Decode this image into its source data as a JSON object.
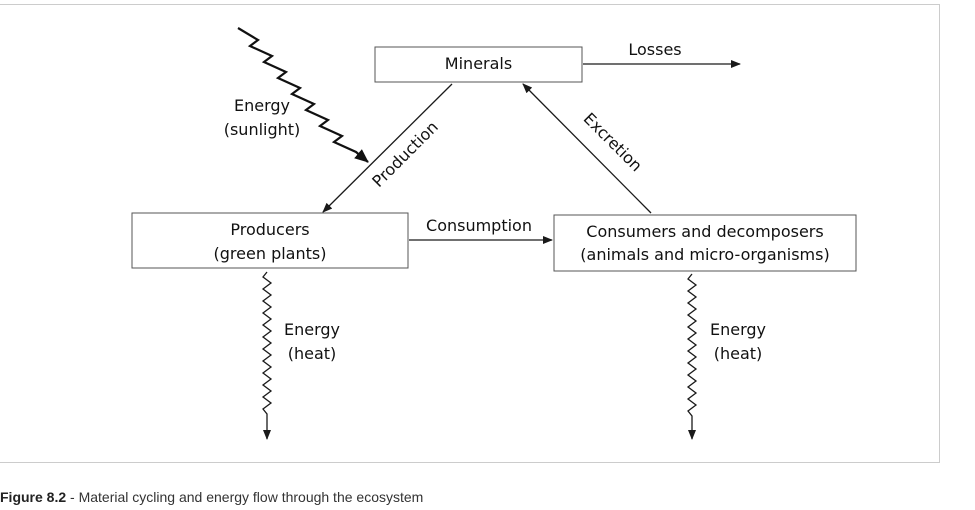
{
  "nodes": {
    "minerals": "Minerals",
    "producers_line1": "Producers",
    "producers_line2": "(green plants)",
    "consumers_line1": "Consumers and decomposers",
    "consumers_line2": "(animals and micro-organisms)"
  },
  "edges": {
    "losses": "Losses",
    "production": "Production",
    "excretion": "Excretion",
    "consumption": "Consumption"
  },
  "energy": {
    "sunlight_line1": "Energy",
    "sunlight_line2": "(sunlight)",
    "heat_producers_line1": "Energy",
    "heat_producers_line2": "(heat)",
    "heat_consumers_line1": "Energy",
    "heat_consumers_line2": "(heat)"
  },
  "caption": {
    "label": "Figure 8.2",
    "separator": " - ",
    "text": "Material cycling and energy flow through the ecosystem"
  }
}
